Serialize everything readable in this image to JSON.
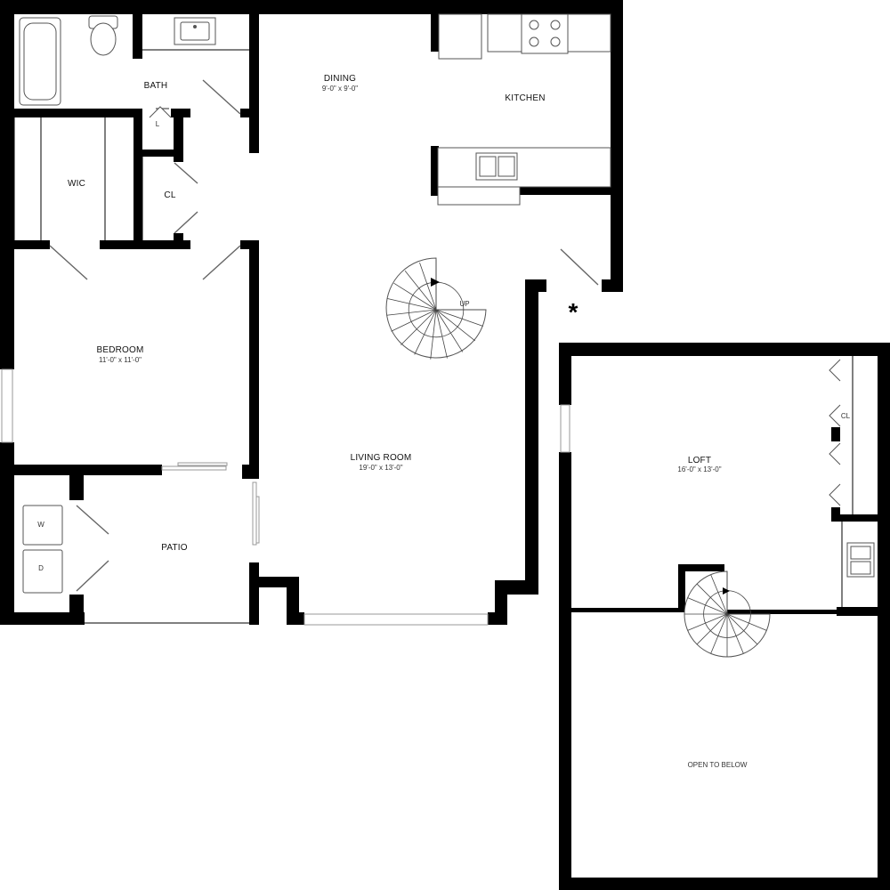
{
  "floor_plan": {
    "rooms": {
      "bath": {
        "name": "BATH"
      },
      "dining": {
        "name": "DINING",
        "size": "9'-0\" x 9'-0\""
      },
      "kitchen": {
        "name": "KITCHEN"
      },
      "linen": {
        "name": "L"
      },
      "wic": {
        "name": "WIC"
      },
      "closet_main": {
        "name": "CL"
      },
      "bedroom": {
        "name": "BEDROOM",
        "size": "11'-0\" x 11'-0\""
      },
      "living": {
        "name": "LIVING ROOM",
        "size": "19'-0\" x 13'-0\""
      },
      "patio": {
        "name": "PATIO"
      },
      "loft": {
        "name": "LOFT",
        "size": "16'-0\" x 13'-0\""
      },
      "closet_loft": {
        "name": "CL"
      },
      "open_below": {
        "name": "OPEN TO BELOW"
      }
    },
    "appliances": {
      "washer": "W",
      "dryer": "D"
    },
    "stairs": {
      "direction_label": "UP"
    },
    "marker": "*"
  }
}
